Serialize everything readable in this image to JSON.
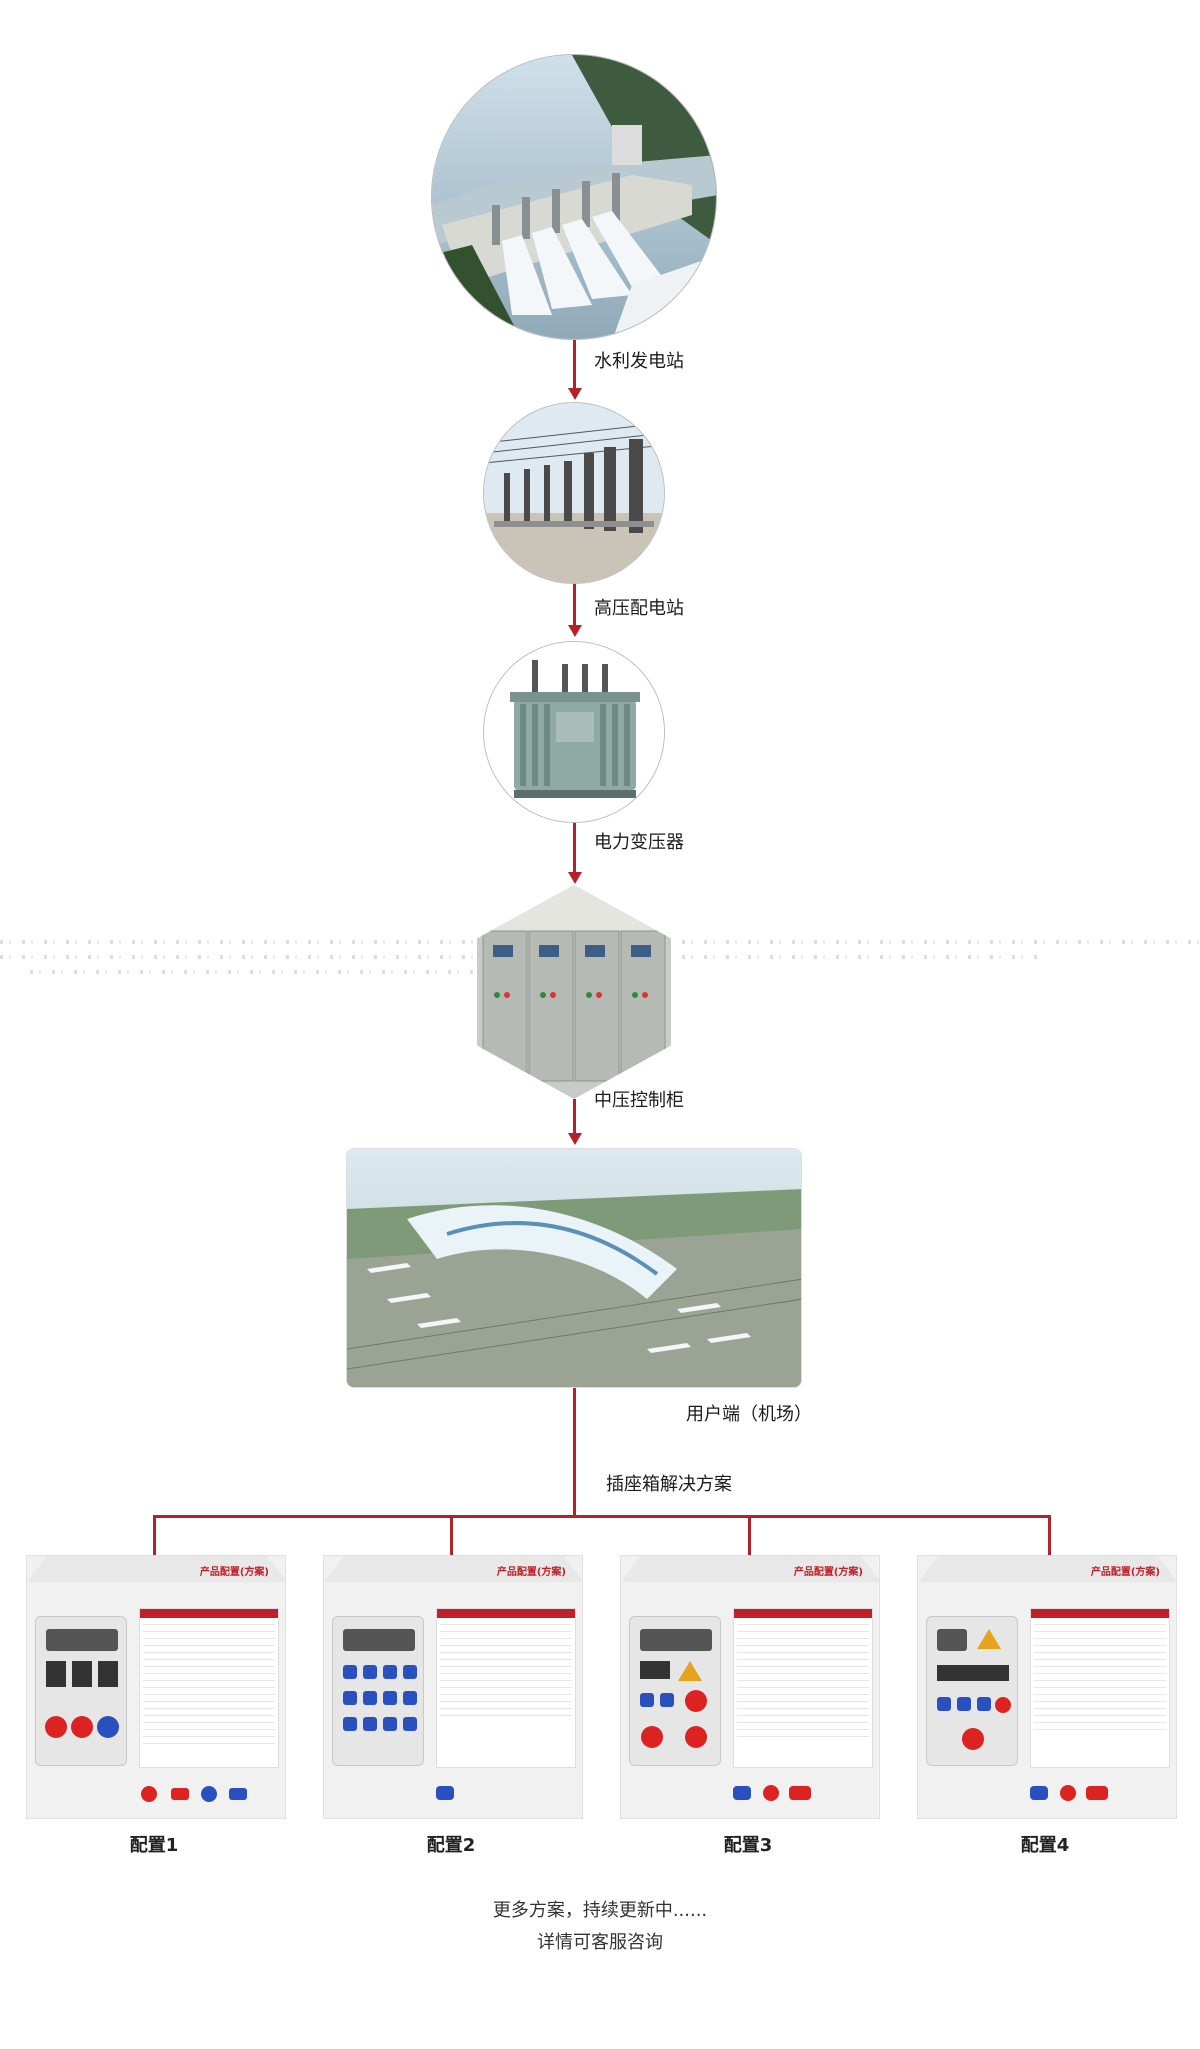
{
  "flow": {
    "steps": [
      {
        "label": "水利发电站",
        "icon": "hydropower-dam-icon"
      },
      {
        "label": "高压配电站",
        "icon": "substation-icon"
      },
      {
        "label": "电力变压器",
        "icon": "transformer-icon"
      },
      {
        "label": "中压控制柜",
        "icon": "switchgear-cabinet-icon"
      },
      {
        "label": "用户端（机场）",
        "icon": "airport-icon"
      }
    ],
    "solution_label": "插座箱解决方案"
  },
  "configs": [
    {
      "label": "配置1",
      "tab_title": "产品配置(方案)"
    },
    {
      "label": "配置2",
      "tab_title": "产品配置(方案)"
    },
    {
      "label": "配置3",
      "tab_title": "产品配置(方案)"
    },
    {
      "label": "配置4",
      "tab_title": "产品配置(方案)"
    }
  ],
  "footer": {
    "line1": "更多方案，持续更新中......",
    "line2": "详情可客服咨询"
  },
  "colors": {
    "connector": "#b5212a",
    "accent_red": "#c0202a",
    "socket_blue": "#2a4fbf"
  }
}
